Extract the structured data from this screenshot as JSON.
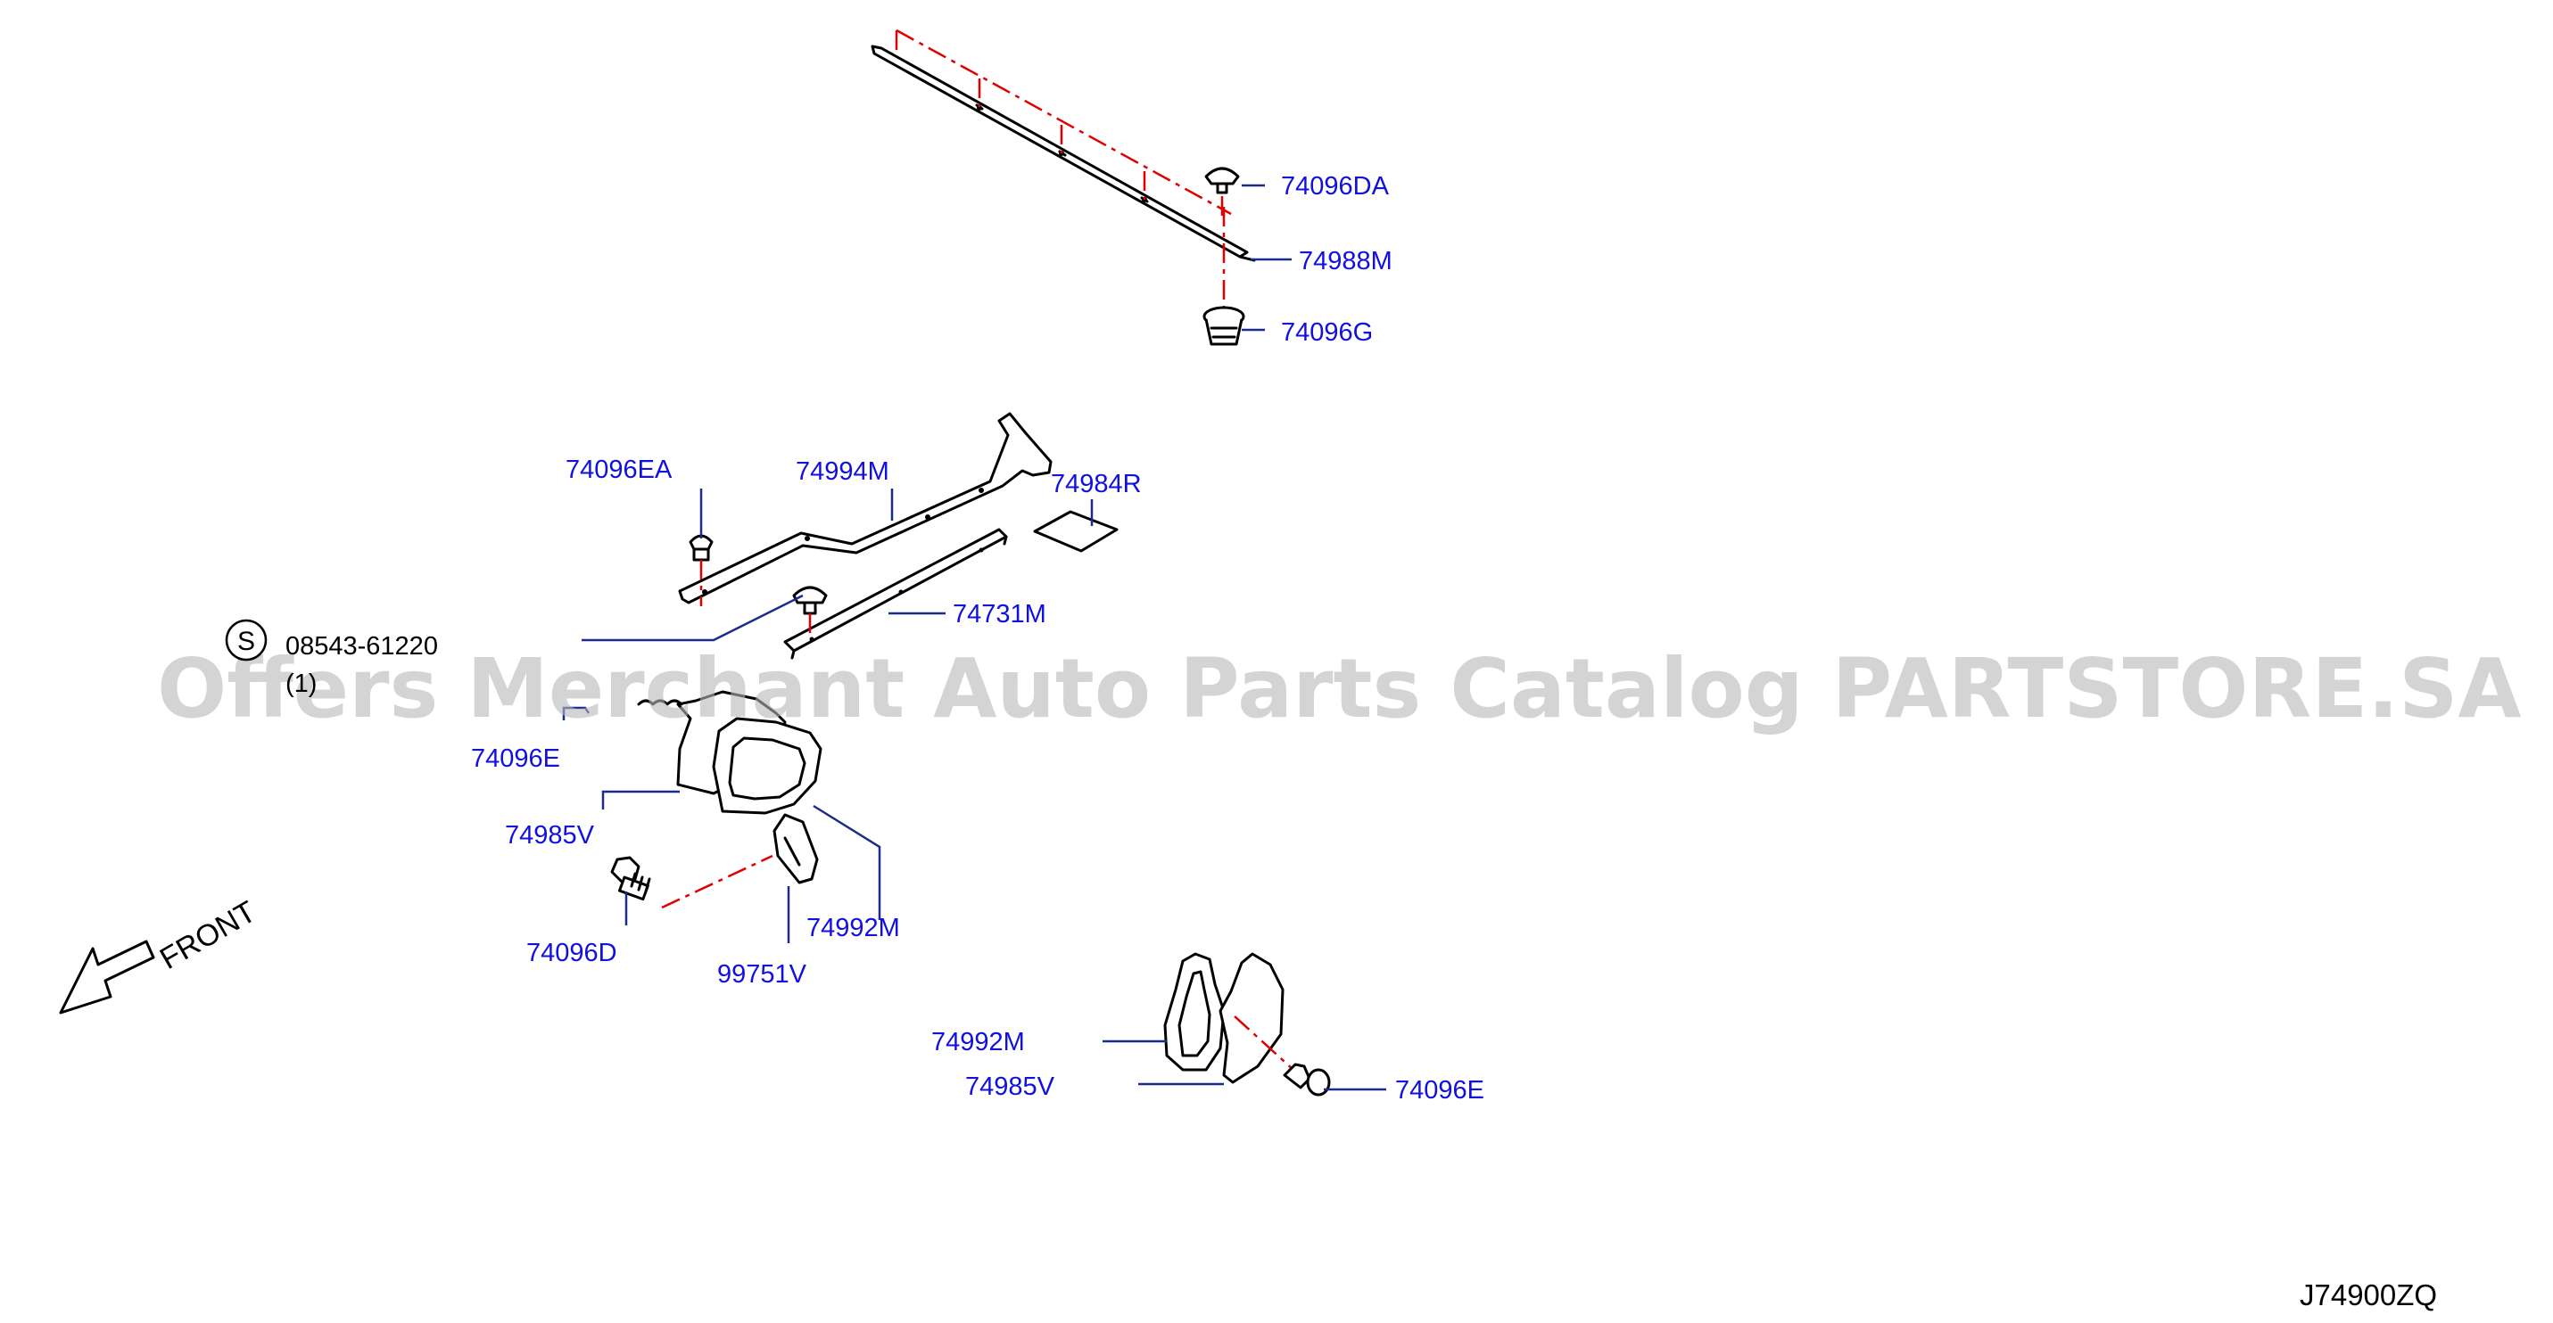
{
  "watermark": "Offers Merchant Auto Parts Catalog PARTSTORE.SA",
  "diagram_code": "J74900ZQ",
  "direction_label": "FRONT",
  "bolt_ref": {
    "symbol": "S",
    "part_no": "08543-61220",
    "qty": "(1)"
  },
  "labels": {
    "p74096DA": "74096DA",
    "p74988M": "74988M",
    "p74096G": "74096G",
    "p74096EA": "74096EA",
    "p74994M": "74994M",
    "p74984R": "74984R",
    "p74731M": "74731M",
    "p74096E_a": "74096E",
    "p74985V_a": "74985V",
    "p74992M_a": "74992M",
    "p74096D": "74096D",
    "p99751V": "99751V",
    "p74992M_b": "74992M",
    "p74985V_b": "74985V",
    "p74096E_b": "74096E"
  },
  "colors": {
    "label": "#1010e0",
    "leader": "#1a2b8c",
    "centerline": "#e00000",
    "part": "#000000",
    "watermark": "#b8b8b8"
  }
}
